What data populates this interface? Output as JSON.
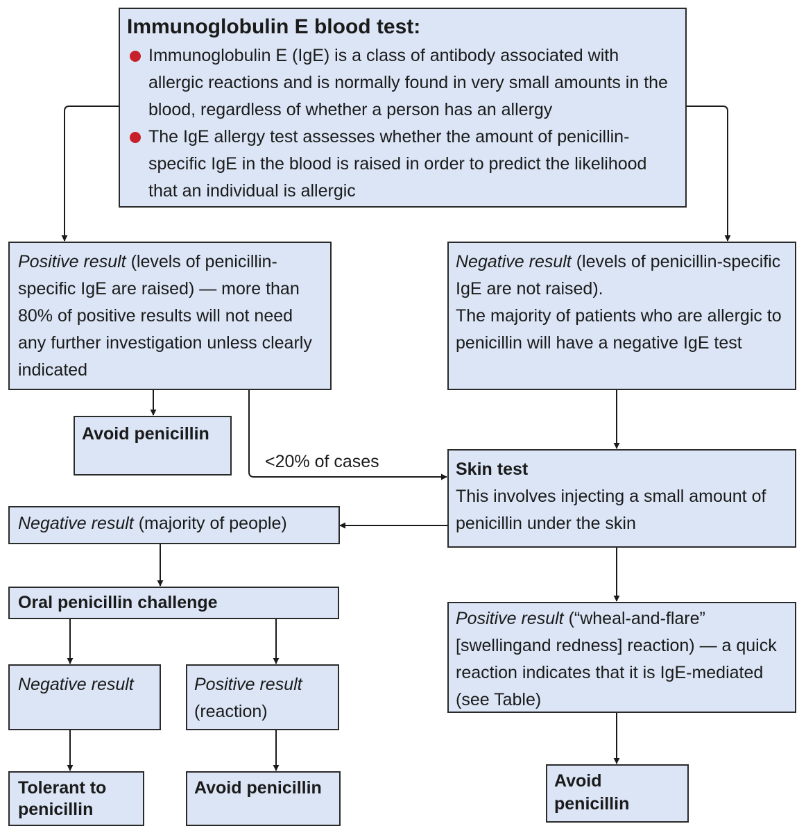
{
  "colors": {
    "box_fill": "#dbe5f5",
    "box_border": "#2a2a2a",
    "bullet": "#c8202a",
    "line": "#1a1a1a"
  },
  "ige_test": {
    "title": "Immunoglobulin E blood test:",
    "bullets": [
      "Immunoglobulin E (IgE) is a class of antibody associated with allergic reactions and is normally found in very small amounts in the blood, regardless of whether a person has an allergy",
      "The IgE allergy test assesses whether the amount of penicillin-specific IgE in the blood is raised in order to predict the likelihood that an individual is allergic"
    ]
  },
  "ige_positive": {
    "lead": "Positive result",
    "text": " (levels of penicillin-specific IgE are raised) — more than 80% of positive results will not need any further investigation unless clearly indicated"
  },
  "ige_negative": {
    "lead": "Negative result",
    "text": " (levels of penicillin-specific IgE are not raised).",
    "text2": "The majority of patients who are allergic to penicillin will have a negative IgE test"
  },
  "avoid_after_ige": "Avoid penicillin",
  "edge_lt20": "<20% of cases",
  "skin_test": {
    "title": "Skin test",
    "text": "This involves injecting a small amount of penicillin under the skin"
  },
  "skin_negative": {
    "lead": "Negative result",
    "text": " (majority of people)"
  },
  "oral_challenge": "Oral penicillin challenge",
  "oral_negative": {
    "lead": "Negative result"
  },
  "oral_positive": {
    "lead": "Positive result",
    "text": "(reaction)"
  },
  "tolerant": "Tolerant to penicillin",
  "avoid_after_oral": "Avoid penicillin",
  "skin_positive": {
    "lead": "Positive result",
    "text": " (“wheal-and-flare” [swellingand redness] reaction) — a quick reaction indicates that it is IgE-mediated (see Table)"
  },
  "avoid_after_skin": "Avoid penicillin"
}
